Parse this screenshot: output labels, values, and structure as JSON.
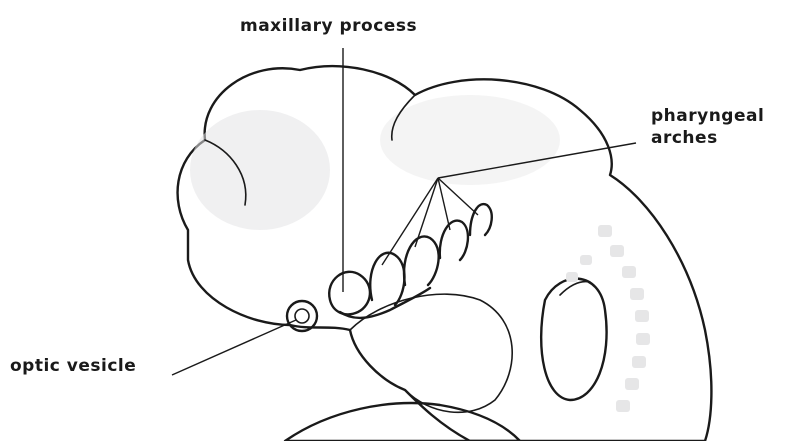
{
  "labels": {
    "maxillary_process": "maxillary process",
    "pharyngeal_arches_line1": "pharyngeal",
    "pharyngeal_arches_line2": "arches",
    "optic_vesicle": "optic vesicle"
  },
  "colors": {
    "body_fill": "#c8c9cb",
    "highlight": "#ececed",
    "shadow": "#9a9b9e",
    "somite": "#e6e6e7",
    "ink": "#1a1a1a",
    "background": "#ffffff"
  }
}
